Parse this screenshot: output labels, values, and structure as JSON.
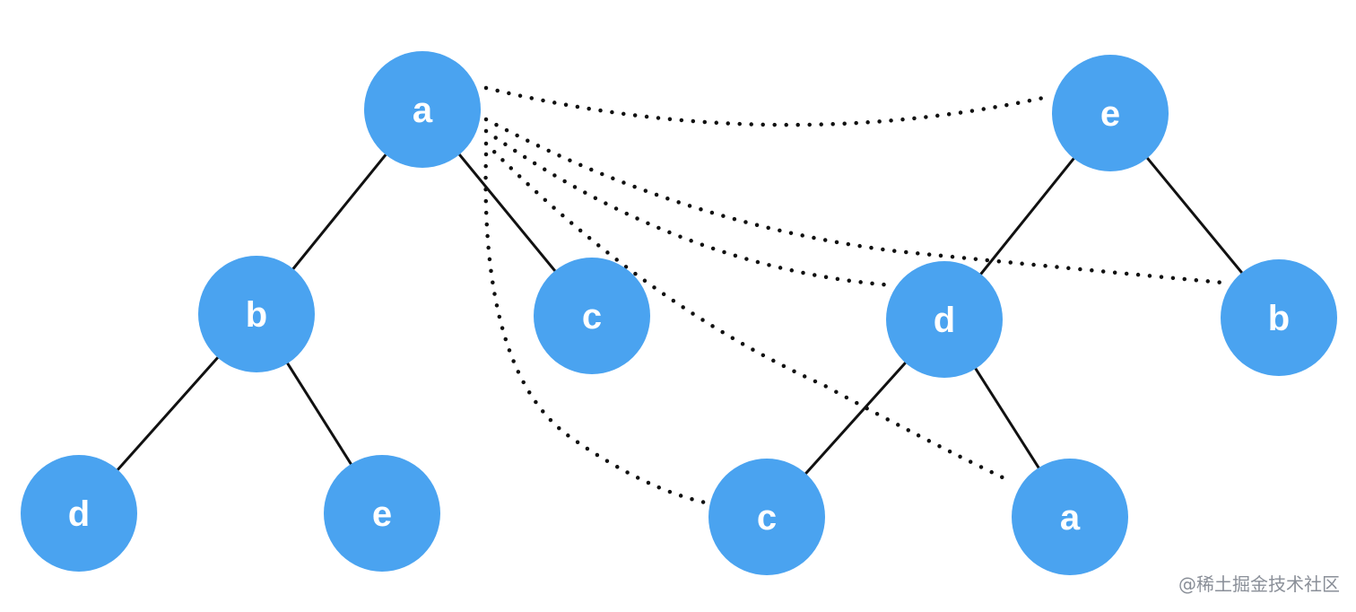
{
  "node_color": "#4aa3f0",
  "trees": {
    "left": {
      "root": "a",
      "nodes": [
        {
          "id": "L-a",
          "label": "a"
        },
        {
          "id": "L-b",
          "label": "b"
        },
        {
          "id": "L-c",
          "label": "c"
        },
        {
          "id": "L-d",
          "label": "d"
        },
        {
          "id": "L-e",
          "label": "e"
        }
      ],
      "edges": [
        [
          "L-a",
          "L-b"
        ],
        [
          "L-a",
          "L-c"
        ],
        [
          "L-b",
          "L-d"
        ],
        [
          "L-b",
          "L-e"
        ]
      ]
    },
    "right": {
      "root": "e",
      "nodes": [
        {
          "id": "R-e",
          "label": "e"
        },
        {
          "id": "R-d",
          "label": "d"
        },
        {
          "id": "R-b",
          "label": "b"
        },
        {
          "id": "R-c",
          "label": "c"
        },
        {
          "id": "R-a",
          "label": "a"
        }
      ],
      "edges": [
        [
          "R-e",
          "R-d"
        ],
        [
          "R-e",
          "R-b"
        ],
        [
          "R-d",
          "R-c"
        ],
        [
          "R-d",
          "R-a"
        ]
      ]
    }
  },
  "comparisons": [
    {
      "from": "L-a",
      "to": "R-e"
    },
    {
      "from": "L-a",
      "to": "R-b"
    },
    {
      "from": "L-a",
      "to": "R-d"
    },
    {
      "from": "L-a",
      "to": "R-a"
    },
    {
      "from": "L-a",
      "to": "R-c"
    }
  ],
  "watermark": "@稀土掘金技术社区"
}
